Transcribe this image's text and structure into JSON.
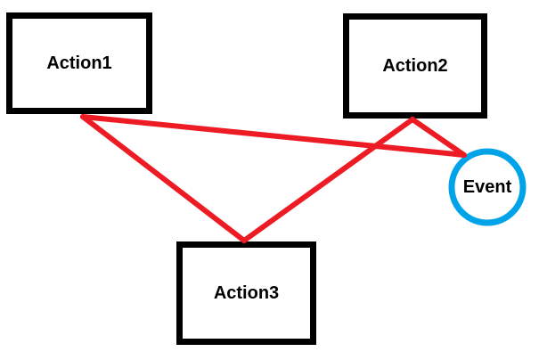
{
  "diagram": {
    "title": "action-event-diagram",
    "nodes": {
      "action1": {
        "label": "Action1",
        "shape": "rectangle"
      },
      "action2": {
        "label": "Action2",
        "shape": "rectangle"
      },
      "action3": {
        "label": "Action3",
        "shape": "rectangle"
      },
      "event": {
        "label": "Event",
        "shape": "circle"
      }
    },
    "edges": [
      {
        "from": "action1",
        "to": "event"
      },
      {
        "from": "action1",
        "to": "action3"
      },
      {
        "from": "action3",
        "to": "action2"
      },
      {
        "from": "action2",
        "to": "event"
      }
    ],
    "colors": {
      "edge": "#ED1C24",
      "rect_border": "#000000",
      "event_border": "#00A2E8",
      "label_text": "#000000",
      "background": "#FFFFFF"
    }
  }
}
